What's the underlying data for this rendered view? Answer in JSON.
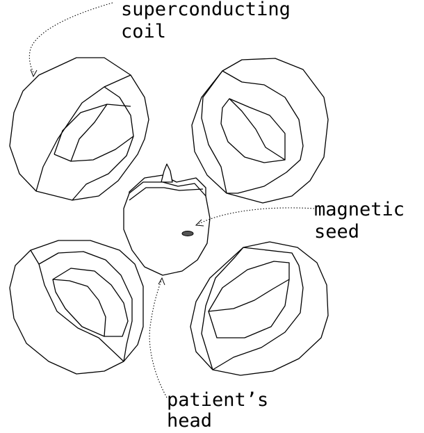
{
  "labels": {
    "coil_line1": "superconducting",
    "coil_line2": "coil",
    "seed_line1": "magnetic",
    "seed_line2": "seed",
    "head_line1": "patient’s",
    "head_line2": "head"
  },
  "colors": {
    "ink": "#000000",
    "background": "#ffffff",
    "seed_fill": "#555555"
  }
}
